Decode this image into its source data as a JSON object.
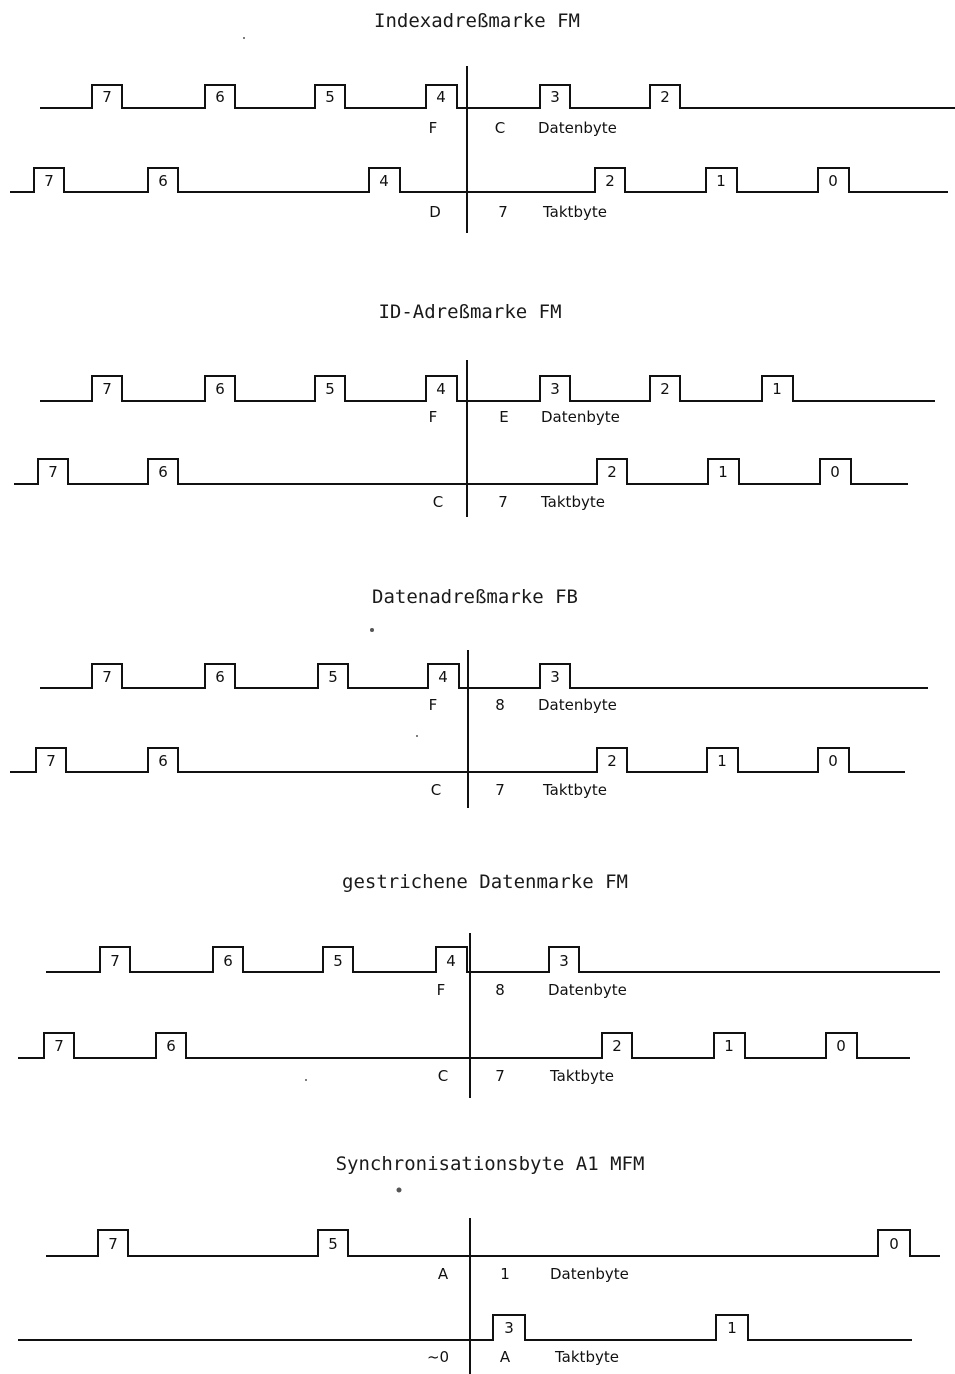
{
  "diagrams": [
    {
      "title": "Indexadreßmarke FM",
      "data_row": {
        "pulses": [
          "7",
          "6",
          "5",
          "4",
          "3",
          "2"
        ],
        "hex_left": "F",
        "hex_right": "C",
        "label": "Datenbyte"
      },
      "clock_row": {
        "pulses": [
          "7",
          "6",
          "4",
          "2",
          "1",
          "0"
        ],
        "hex_left": "D",
        "hex_right": "7",
        "label": "Taktbyte"
      }
    },
    {
      "title": "ID-Adreßmarke FM",
      "data_row": {
        "pulses": [
          "7",
          "6",
          "5",
          "4",
          "3",
          "2",
          "1"
        ],
        "hex_left": "F",
        "hex_right": "E",
        "label": "Datenbyte"
      },
      "clock_row": {
        "pulses": [
          "7",
          "6",
          "2",
          "1",
          "0"
        ],
        "hex_left": "C",
        "hex_right": "7",
        "label": "Taktbyte"
      }
    },
    {
      "title": "Datenadreßmarke FB",
      "data_row": {
        "pulses": [
          "7",
          "6",
          "5",
          "4",
          "3"
        ],
        "hex_left": "F",
        "hex_right": "8",
        "label": "Datenbyte"
      },
      "clock_row": {
        "pulses": [
          "7",
          "6",
          "2",
          "1",
          "0"
        ],
        "hex_left": "C",
        "hex_right": "7",
        "label": "Taktbyte"
      }
    },
    {
      "title": "gestrichene Datenmarke FM",
      "data_row": {
        "pulses": [
          "7",
          "6",
          "5",
          "4",
          "3"
        ],
        "hex_left": "F",
        "hex_right": "8",
        "label": "Datenbyte"
      },
      "clock_row": {
        "pulses": [
          "7",
          "6",
          "2",
          "1",
          "0"
        ],
        "hex_left": "C",
        "hex_right": "7",
        "label": "Taktbyte"
      }
    },
    {
      "title": "Synchronisationsbyte A1 MFM",
      "data_row": {
        "pulses": [
          "7",
          "5",
          "0"
        ],
        "hex_left": "A",
        "hex_right": "1",
        "label": "Datenbyte"
      },
      "clock_row": {
        "pulses": [
          "3",
          "1"
        ],
        "hex_left": "~0",
        "hex_right": "A",
        "label": "Taktbyte"
      }
    }
  ]
}
